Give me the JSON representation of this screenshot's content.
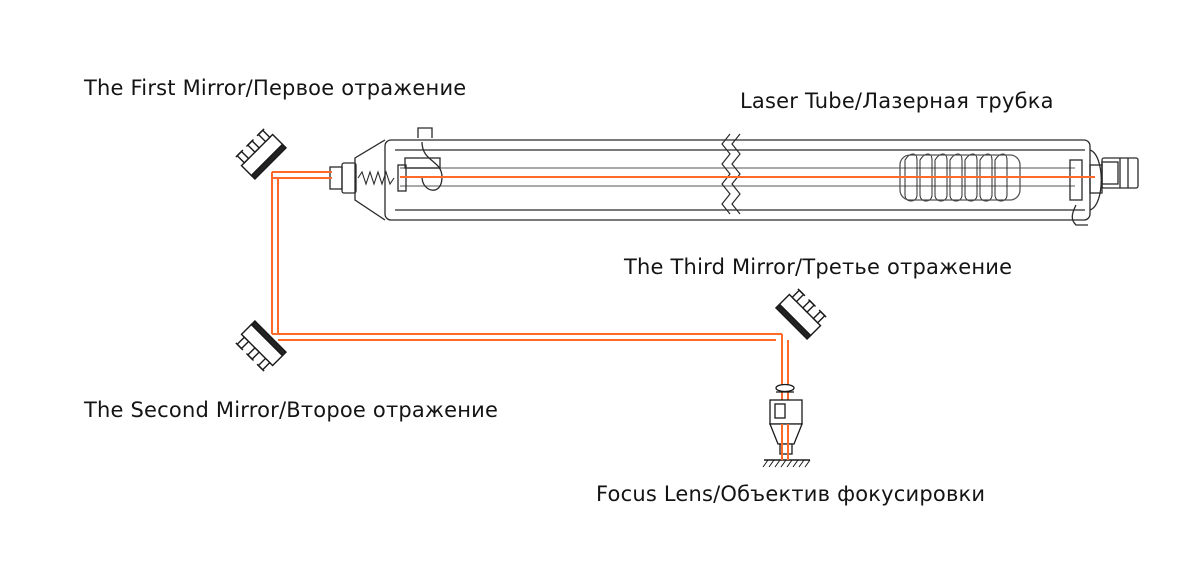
{
  "labels": {
    "first_mirror": "The First Mirror/Первое отражение",
    "laser_tube": "Laser Tube/Лазерная трубка",
    "third_mirror": "The Third Mirror/Третье отражение",
    "second_mirror": "The Second Mirror/Второе отражение",
    "focus_lens": "Focus Lens/Объектив фокусировки"
  },
  "colors": {
    "beam": "#ff6a2a",
    "line": "#2a2a2a",
    "background": "#ffffff"
  }
}
